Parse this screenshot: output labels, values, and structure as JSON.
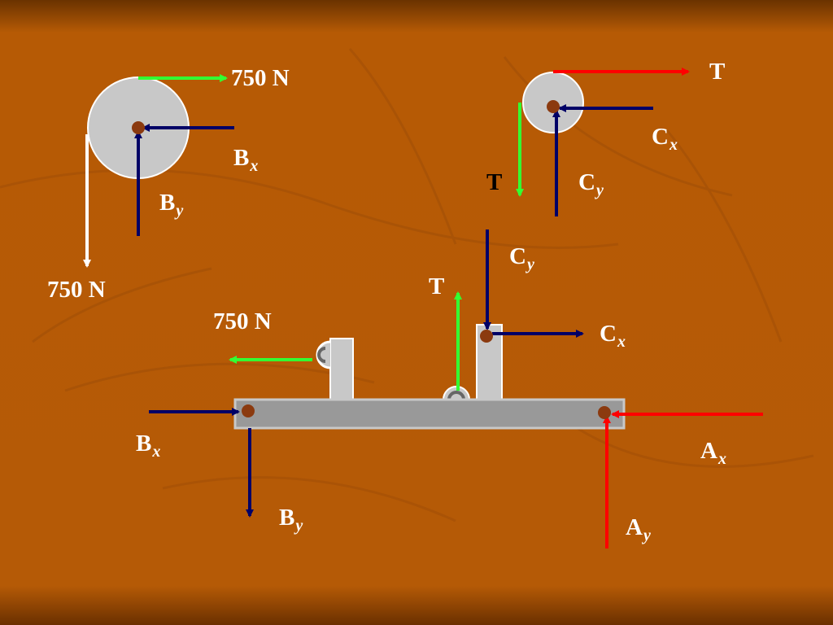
{
  "colors": {
    "background": "#b55a06",
    "label_text": "#ffffff",
    "label_text_dark": "#000000",
    "force_green": "#33ff33",
    "force_red": "#ff0000",
    "force_navy": "#000066",
    "force_white": "#ffffff",
    "part_gray": "#c8c8c8",
    "bar_gray": "#999999",
    "pin_brown": "#8b3a0f"
  },
  "labels": {
    "pulley_b_top_force": "750 N",
    "pulley_b_bottom_force": "750 N",
    "pulley_b_bx": {
      "main": "B",
      "sub": "x"
    },
    "pulley_b_by": {
      "main": "B",
      "sub": "y"
    },
    "pulley_c_tension_top": "T",
    "pulley_c_tension_down": "T",
    "pulley_c_cx": {
      "main": "C",
      "sub": "x"
    },
    "pulley_c_cy": {
      "main": "C",
      "sub": "y"
    },
    "frame_cy": {
      "main": "C",
      "sub": "y"
    },
    "frame_t": "T",
    "frame_750": "750 N",
    "frame_cx": {
      "main": "C",
      "sub": "x"
    },
    "frame_bx": {
      "main": "B",
      "sub": "x"
    },
    "frame_by": {
      "main": "B",
      "sub": "y"
    },
    "frame_ax": {
      "main": "A",
      "sub": "x"
    },
    "frame_ay": {
      "main": "A",
      "sub": "y"
    }
  }
}
